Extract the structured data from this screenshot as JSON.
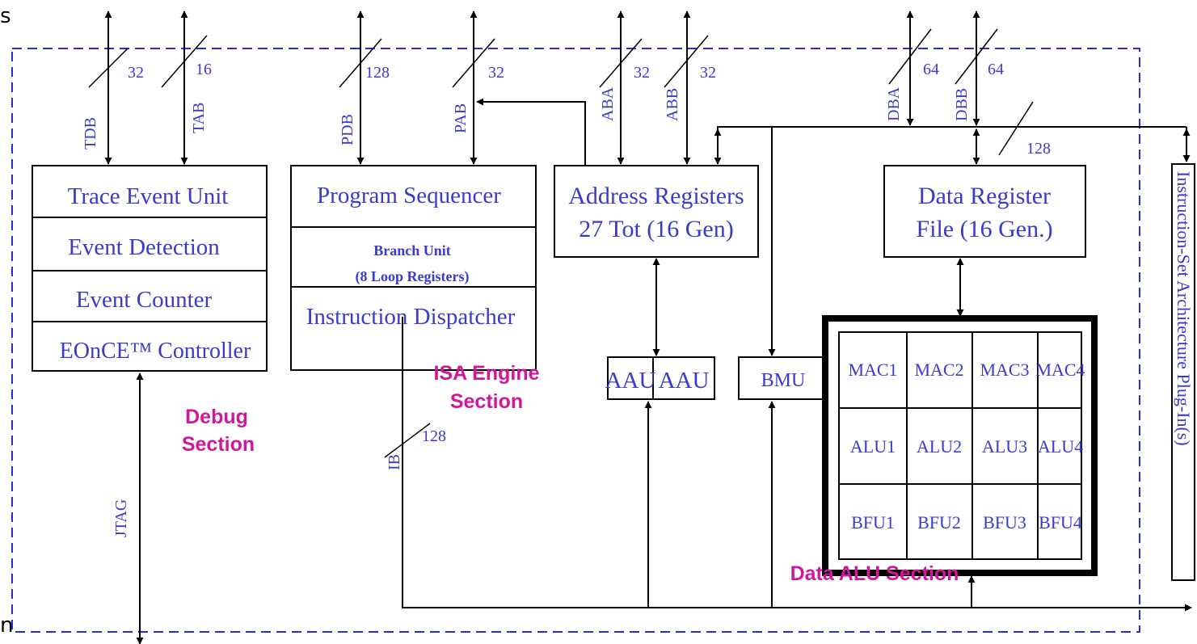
{
  "edge_text": {
    "top_left": "s",
    "bottom_left": "n"
  },
  "debug": {
    "rows": [
      "Trace Event Unit",
      "Event Detection",
      "Event Counter",
      "EOnCE™ Controller"
    ],
    "section": [
      "Debug",
      "Section"
    ],
    "jtag": "JTAG"
  },
  "isa": {
    "program_sequencer": "Program Sequencer",
    "branch_unit": [
      "Branch Unit",
      "(8 Loop Registers)"
    ],
    "dispatcher": "Instruction Dispatcher",
    "section": [
      "ISA Engine",
      "Section"
    ]
  },
  "address_registers": [
    "Address Registers",
    "27 Tot (16 Gen)"
  ],
  "aau": [
    "AAU",
    "AAU"
  ],
  "bmu": "BMU",
  "data_register_file": [
    "Data Register",
    "File (16 Gen.)"
  ],
  "alu_grid": [
    [
      "MAC1",
      "MAC2",
      "MAC3",
      "MAC4"
    ],
    [
      "ALU1",
      "ALU2",
      "ALU3",
      "ALU4"
    ],
    [
      "BFU1",
      "BFU2",
      "BFU3",
      "BFU4"
    ]
  ],
  "data_alu_section": "Data ALU Section",
  "plugin": "Instruction-Set Architecture Plug-In(s)",
  "buses": {
    "tdb": {
      "name": "TDB",
      "width": "32"
    },
    "tab": {
      "name": "TAB",
      "width": "16"
    },
    "pdb": {
      "name": "PDB",
      "width": "128"
    },
    "pab": {
      "name": "PAB",
      "width": "32"
    },
    "aba": {
      "name": "ABA",
      "width": "32"
    },
    "abb": {
      "name": "ABB",
      "width": "32"
    },
    "dba": {
      "name": "DBA",
      "width": "64"
    },
    "dbb": {
      "name": "DBB",
      "width": "64"
    },
    "internal": {
      "width": "128"
    },
    "ib": {
      "name": "IB",
      "width": "128"
    }
  },
  "colors": {
    "block_text": "#3a3acb",
    "section_text": "#d1179b",
    "boundary": "#2a2ad8",
    "lines": "#000000"
  }
}
